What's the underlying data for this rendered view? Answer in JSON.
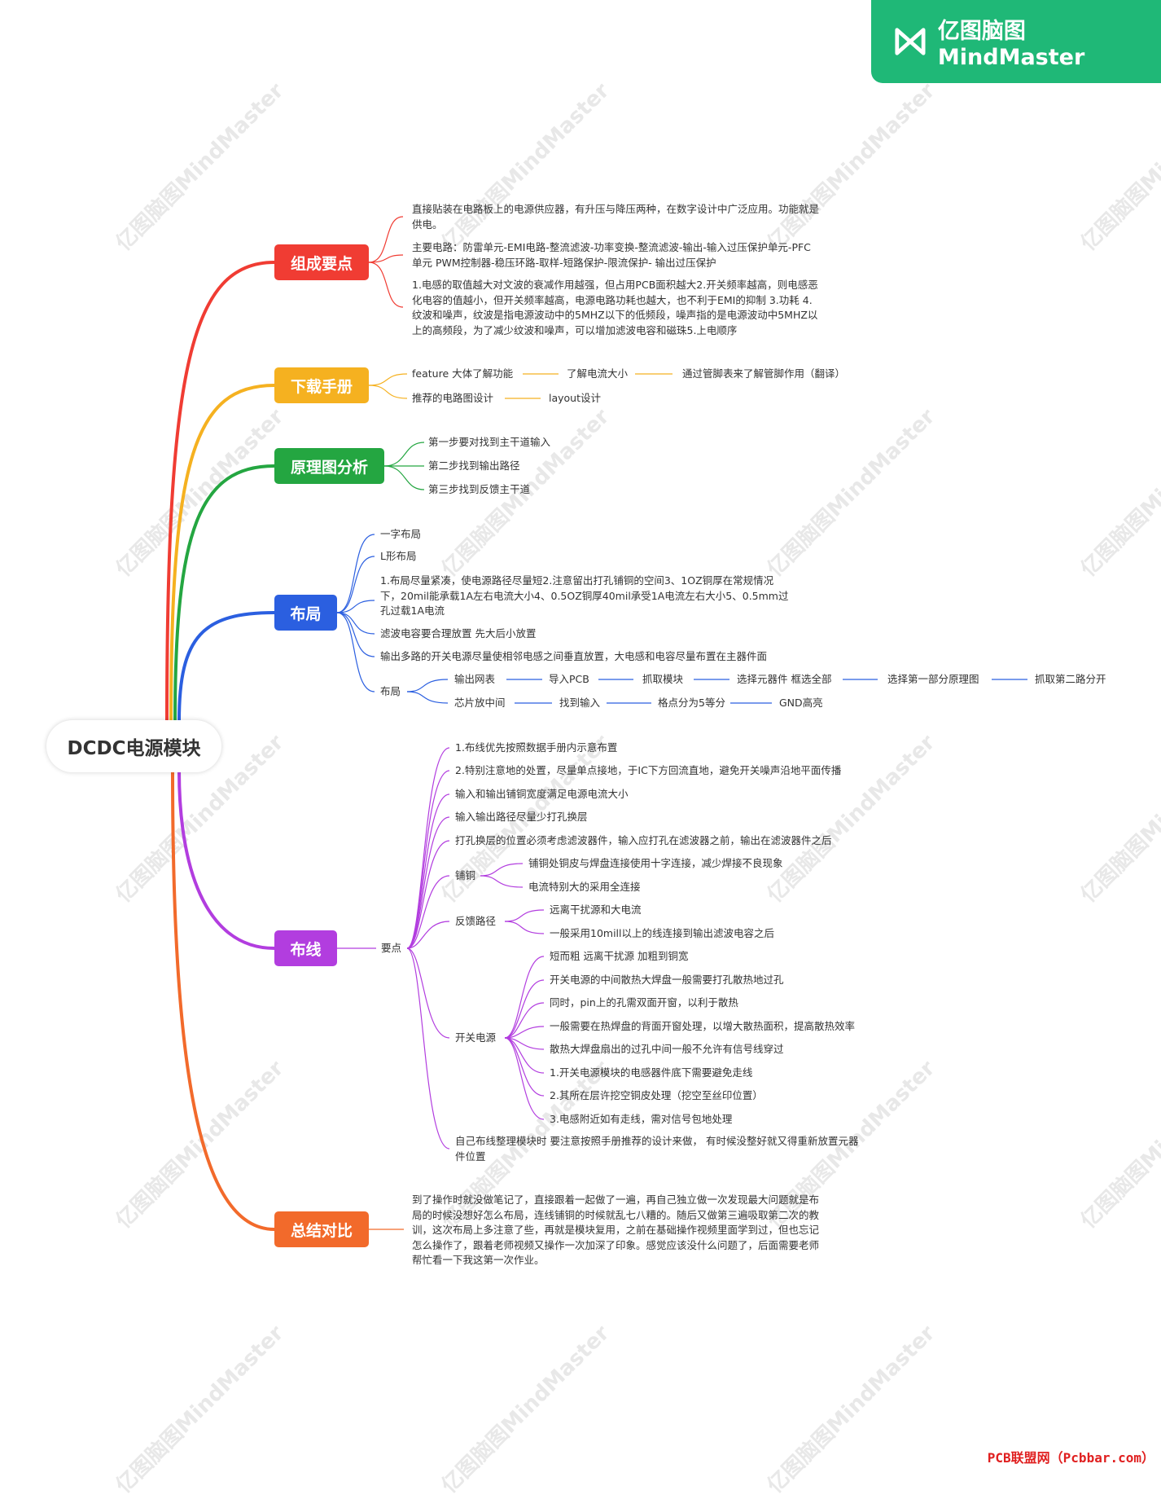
{
  "brand": {
    "name": "亿图脑图MindMaster",
    "logo_icon": "mindmaster-logo-icon",
    "color": "#1fb877"
  },
  "watermark": "亿图脑图MindMaster",
  "footer": "PCB联盟网（Pcbbar.com）",
  "root": "DCDC电源模块",
  "branches": {
    "b1": {
      "label": "组成要点",
      "color": "#f03c33",
      "items": [
        "直接贴装在电路板上的电源供应器，有升压与降压两种，在数字设计中广泛应用。功能就是供电。",
        "主要电路：防雷单元-EMI电路-整流滤波-功率变换-整流滤波-输出-输入过压保护单元-PFC单元 PWM控制器-稳压环路-取样-短路保护-限流保护- 输出过压保护",
        "1.电感的取值越大对文波的衰减作用越强，但占用PCB面积越大2.开关频率越高，则电感恶化电容的值越小，但开关频率越高，电源电路功耗也越大，也不利于EMI的抑制 3.功耗   4.纹波和噪声，纹波是指电源波动中的5MHZ以下的低频段，噪声指的是电源波动中5MHZ以上的高频段，为了减少纹波和噪声，可以增加滤波电容和磁珠5.上电顺序"
      ]
    },
    "b2": {
      "label": "下载手册",
      "color": "#f5b120",
      "row1": [
        "feature 大体了解功能",
        "了解电流大小",
        "通过管脚表来了解管脚作用（翻译）"
      ],
      "row2": [
        "推荐的电路图设计",
        "layout设计"
      ]
    },
    "b3": {
      "label": "原理图分析",
      "color": "#24a641",
      "items": [
        "第一步要对找到主干道输入",
        "第二步找到输出路径",
        "第三步找到反馈主干道"
      ]
    },
    "b4": {
      "label": "布局",
      "color": "#2b5fe0",
      "items": [
        "一字布局",
        "L形布局",
        "1.布局尽量紧凑，使电源路径尽量短2.注意留出打孔铺铜的空间3、1OZ铜厚在常规情况下，20mil能承载1A左右电流大小4、0.5OZ铜厚40mil承受1A电流左右大小5、0.5mm过孔过载1A电流",
        "滤波电容要合理放置 先大后小放置",
        "输出多路的开关电源尽量使相邻电感之间垂直放置，大电感和电容尽量布置在主器件面"
      ],
      "sub_label": "布局",
      "row1": [
        "输出网表",
        "导入PCB",
        "抓取模块",
        "选择元器件 框选全部",
        "选择第一部分原理图",
        "抓取第二路分开"
      ],
      "row2": [
        "芯片放中间",
        "找到输入",
        "格点分为5等分",
        "GND高亮"
      ]
    },
    "b5": {
      "label": "布线",
      "color": "#b23ddf",
      "key": "要点",
      "top": [
        "1.布线优先按照数据手册内示意布置",
        "2.特别注意地的处置，尽量单点接地，于IC下方回流直地，避免开关噪声沿地平面传播",
        "输入和输出铺铜宽度满足电源电流大小",
        "输入输出路径尽量少打孔换层",
        "打孔换层的位置必须考虑滤波器件，输入应打孔在滤波器之前，输出在滤波器件之后"
      ],
      "copper": {
        "label": "铺铜",
        "items": [
          "铺铜处铜皮与焊盘连接使用十字连接，减少焊接不良现象",
          "电流特别大的采用全连接"
        ]
      },
      "feedback": {
        "label": "反馈路径",
        "items": [
          "远离干扰源和大电流",
          "一般采用10mill以上的线连接到输出滤波电容之后"
        ]
      },
      "switch": {
        "label": "开关电源",
        "items": [
          "短而粗 远离干扰源 加粗到铜宽",
          "开关电源的中间散热大焊盘一般需要打孔散热地过孔",
          "同时，pin上的孔需双面开窗，以利于散热",
          "一般需要在热焊盘的背面开窗处理，以增大散热面积，提高散热效率",
          "散热大焊盘扇出的过孔中间一般不允许有信号线穿过",
          "1.开关电源模块的电感器件底下需要避免走线",
          "2.其所在层许挖空铜皮处理（挖空至丝印位置）",
          "3.电感附近如有走线，需对信号包地处理"
        ]
      },
      "last": "自己布线整理模块时 要注意按照手册推荐的设计来做， 有时候没整好就又得重新放置元器件位置"
    },
    "b6": {
      "label": "总结对比",
      "color": "#f26a2b",
      "text": "到了操作时就没做笔记了，直接跟着一起做了一遍，再自己独立做一次发现最大问题就是布局的时候没想好怎么布局，连线铺铜的时候就乱七八糟的。随后又做第三遍吸取第二次的教训，这次布局上多注意了些，再就是模块复用，之前在基础操作视频里面学到过，但也忘记怎么操作了，跟着老师视频又操作一次加深了印象。感觉应该没什么问题了，后面需要老师帮忙看一下我这第一次作业。"
    }
  }
}
